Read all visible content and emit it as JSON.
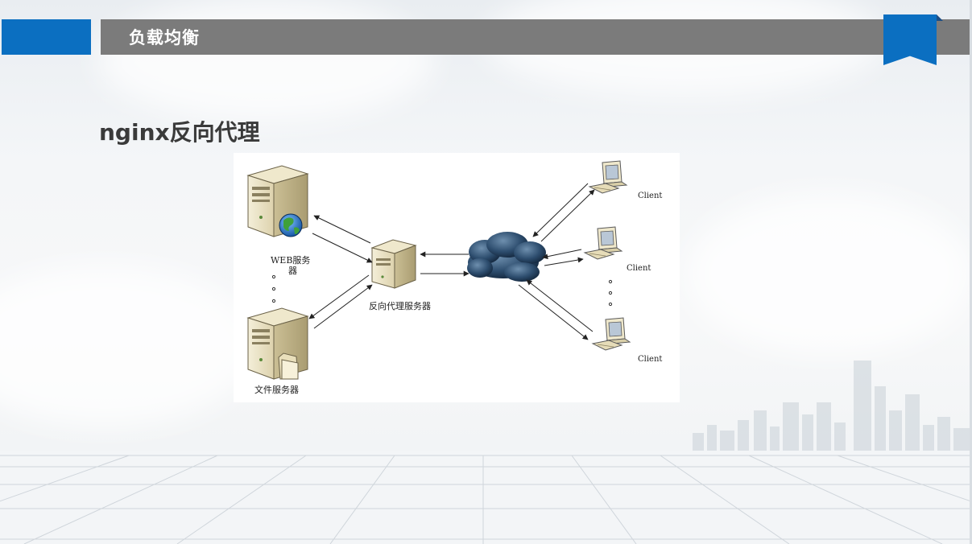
{
  "header": {
    "title": "负载均衡",
    "accent_color": "#0b6fc1",
    "bar_color": "#7b7b7b"
  },
  "section": {
    "title": "nginx反向代理"
  },
  "diagram": {
    "nodes": {
      "web_server": {
        "label": "WEB服务",
        "label_line2": "器",
        "icon": "server-globe-icon"
      },
      "file_server": {
        "label": "文件服务器",
        "icon": "server-folder-icon"
      },
      "proxy_server": {
        "label": "反向代理服务器",
        "icon": "server-icon"
      },
      "network": {
        "icon": "cloud-icon"
      },
      "clients": [
        {
          "label": "Client",
          "icon": "computer-icon"
        },
        {
          "label": "Client",
          "icon": "computer-icon"
        },
        {
          "label": "Client",
          "icon": "computer-icon"
        }
      ]
    },
    "ellipsis_left": "。。。",
    "ellipsis_right": "。。。"
  }
}
